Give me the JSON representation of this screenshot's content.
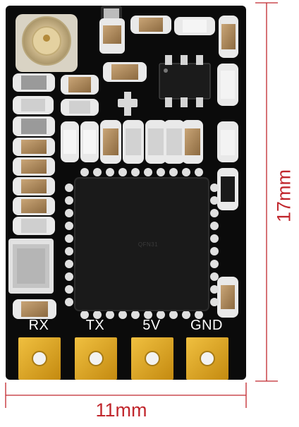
{
  "product": {
    "pads": [
      {
        "label": "RX"
      },
      {
        "label": "TX"
      },
      {
        "label": "5V"
      },
      {
        "label": "GND"
      }
    ],
    "chip_marking": "QFN31"
  },
  "dimensions": {
    "width": "11mm",
    "height": "17mm",
    "color": "#c1272d"
  },
  "colors": {
    "board": "#0b0b0b",
    "pad_gold": "#d9a21a",
    "component_silver": "#d6d6d6",
    "component_tan": "#b38a5a",
    "chip_body": "#1a1a1a"
  }
}
